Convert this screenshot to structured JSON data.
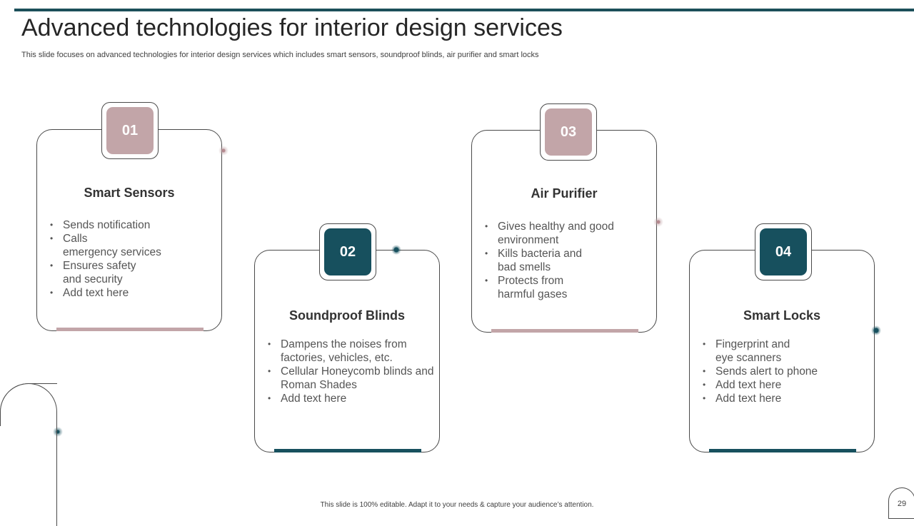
{
  "slide": {
    "title": "Advanced technologies for interior design services",
    "subtitle": "This slide focuses on advanced technologies for interior design services which includes smart sensors, soundproof blinds, air purifier and smart locks",
    "footer": "This slide is 100% editable.  Adapt it to your needs & capture your audience’s attention.",
    "page_number": "29"
  },
  "colors": {
    "teal": "#17505e",
    "mauve": "#c2a5a8",
    "rule": "#1c4f5a"
  },
  "cards": [
    {
      "number": "01",
      "title": "Smart Sensors",
      "bullets": [
        "Sends notification",
        "Calls",
        "emergency services",
        "Ensures safety",
        "and security",
        "Add text here"
      ]
    },
    {
      "number": "02",
      "title": "Soundproof Blinds",
      "bullets": [
        "Dampens the noises from",
        "factories, vehicles, etc.",
        "Cellular Honeycomb blinds and",
        "Roman Shades",
        "Add text here"
      ]
    },
    {
      "number": "03",
      "title": "Air Purifier",
      "bullets": [
        "Gives healthy  and good",
        "environment",
        "Kills bacteria and",
        "bad smells",
        "Protects from",
        "harmful gases"
      ]
    },
    {
      "number": "04",
      "title": "Smart Locks",
      "bullets": [
        "Fingerprint and",
        "eye scanners",
        "Sends alert to phone",
        "Add text here",
        "Add text here"
      ]
    }
  ]
}
